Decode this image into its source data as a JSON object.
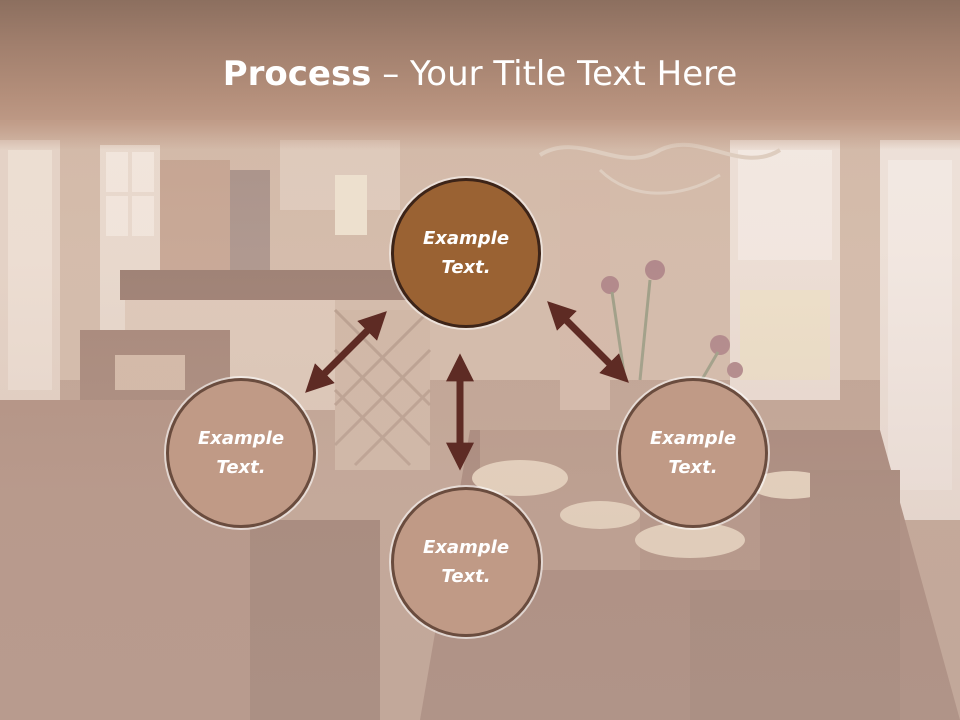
{
  "slide": {
    "title_bold": "Process",
    "title_rest": " – Your Title Text Here"
  },
  "colors": {
    "title_band": "#a17f6d",
    "primary_node": "#9a6233",
    "primary_border": "#3d2418",
    "secondary_node": "#c09a86",
    "secondary_border": "#6a4c3e",
    "arrow": "#5e2b24",
    "label_text": "#ffffff"
  },
  "background": {
    "description_icon": "kitchen-dining-room-photo"
  },
  "diagram": {
    "nodes": [
      {
        "id": "top",
        "label": "Example\nText.",
        "style": "primary"
      },
      {
        "id": "left",
        "label": "Example\nText.",
        "style": "secondary"
      },
      {
        "id": "bottom",
        "label": "Example\nText.",
        "style": "secondary"
      },
      {
        "id": "right",
        "label": "Example\nText.",
        "style": "secondary"
      }
    ],
    "arrows": [
      {
        "name": "arrow-top-left",
        "type": "double-headed"
      },
      {
        "name": "arrow-top-right",
        "type": "double-headed"
      },
      {
        "name": "arrow-top-bottom",
        "type": "double-headed"
      }
    ]
  }
}
